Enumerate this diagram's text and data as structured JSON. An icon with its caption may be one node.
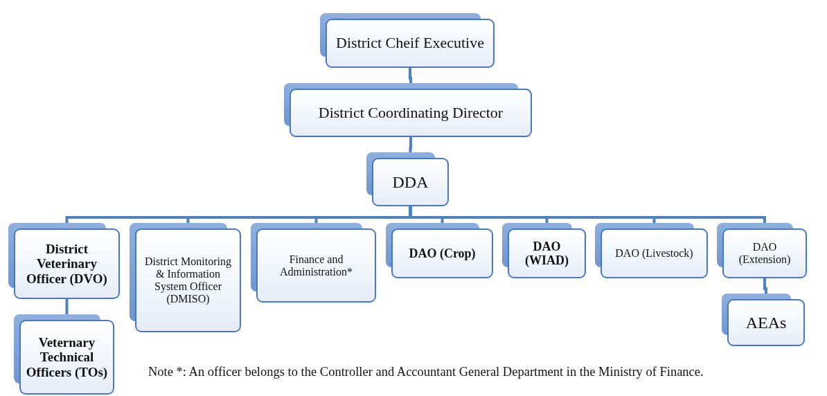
{
  "diagram": {
    "nodes": [
      {
        "text": [
          "District Cheif Executive"
        ]
      },
      {
        "text": [
          "District Coordinating Director"
        ]
      },
      {
        "text": [
          "DDA"
        ]
      },
      {
        "text": [
          "District Veterinary Officer (DVO)"
        ]
      },
      {
        "text": [
          "District Monitoring & Information System Officer (DMISO)"
        ]
      },
      {
        "text": [
          "Finance and Administration*"
        ]
      },
      {
        "text": [
          "DAO (Crop)"
        ]
      },
      {
        "text": [
          "DAO (WIAD)"
        ]
      },
      {
        "text": [
          "DAO (Livestock)"
        ]
      },
      {
        "text": [
          "DAO (Extension)"
        ]
      },
      {
        "text": [
          "Veternary Technical Officers (TOs)"
        ]
      },
      {
        "text": [
          "AEAs"
        ]
      }
    ],
    "edges": [
      {
        "from": 0,
        "to": 1,
        "arrow": "none"
      },
      {
        "from": 1,
        "to": 2,
        "arrow": "none"
      },
      {
        "from": 2,
        "to": 3,
        "arrow": "none"
      },
      {
        "from": 2,
        "to": 4,
        "arrow": "none"
      },
      {
        "from": 2,
        "to": 5,
        "arrow": "none"
      },
      {
        "from": 2,
        "to": 6,
        "arrow": "none"
      },
      {
        "from": 2,
        "to": 7,
        "arrow": "none"
      },
      {
        "from": 2,
        "to": 8,
        "arrow": "none"
      },
      {
        "from": 2,
        "to": 9,
        "arrow": "none"
      },
      {
        "from": 3,
        "to": 10,
        "arrow": "none"
      },
      {
        "from": 9,
        "to": 11,
        "arrow": "none"
      }
    ],
    "labels": [
      "Note *: An officer belongs to the Controller and Accountant General Department in the Ministry of Finance."
    ]
  }
}
